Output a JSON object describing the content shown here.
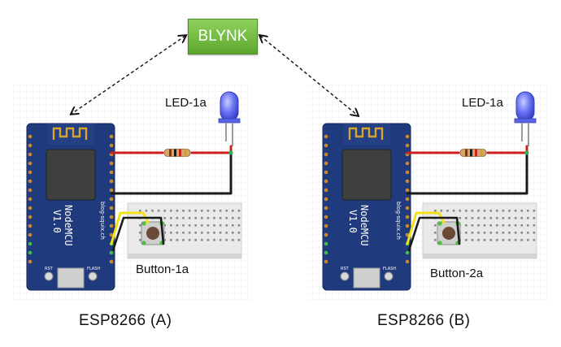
{
  "hub": {
    "label": "BLYNK",
    "color": "#6cb63a"
  },
  "boards": [
    {
      "id": "A",
      "caption": "ESP8266  (A)",
      "led_label": "LED-1a",
      "button_label": "Button-1a",
      "module_name": "NodeMCU",
      "module_version": "V1.0",
      "module_site": "blog-squix.ch",
      "pin_rst": "RST",
      "pin_flash": "FLASH"
    },
    {
      "id": "B",
      "caption": "ESP8266  (B)",
      "led_label": "LED-1a",
      "button_label": "Button-2a",
      "module_name": "NodeMCU",
      "module_version": "V1.0",
      "module_site": "blog-squix.ch",
      "pin_rst": "RST",
      "pin_flash": "FLASH"
    }
  ],
  "colors": {
    "board": "#203a7a",
    "wire_red": "#cc1f1f",
    "wire_black": "#1a1a1a",
    "wire_yellow": "#f2e01a",
    "led_blue": "#5f6df5",
    "breadboard": "#e6e6e6"
  }
}
